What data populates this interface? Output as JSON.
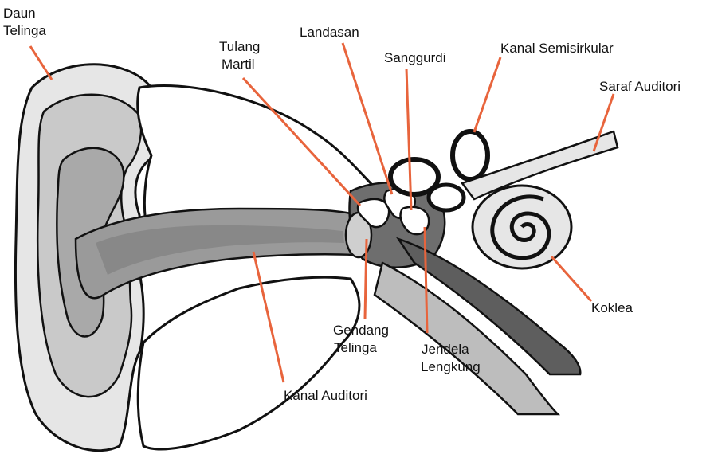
{
  "colors": {
    "leader": "#e8643c",
    "outline": "#111111",
    "skin_light": "#e6e6e6",
    "skin_mid": "#bdbdbd",
    "canal_dark": "#8d8d8d",
    "bone": "#ffffff",
    "tube_dark": "#5e5e5e"
  },
  "labels": {
    "daun_telinga_1": "Daun",
    "daun_telinga_2": "Telinga",
    "tulang_martil_1": "Tulang",
    "tulang_martil_2": "Martil",
    "landasan": "Landasan",
    "sanggurdi": "Sanggurdi",
    "kanal_semisirkular": "Kanal Semisirkular",
    "saraf_auditori": "Saraf Auditori",
    "koklea": "Koklea",
    "gendang_telinga_1": "Gendang",
    "gendang_telinga_2": "Telinga",
    "jendela_lengkung_1": "Jendela",
    "jendela_lengkung_2": "Lengkung",
    "kanal_auditori": "Kanal Auditori"
  }
}
